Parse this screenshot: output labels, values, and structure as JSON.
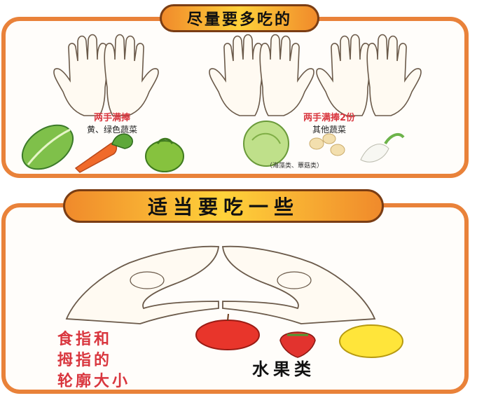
{
  "top_panel": {
    "banner": "尽量要多吃的",
    "left_group": {
      "title": "两手满捧",
      "subtitle": "黄、绿色蔬菜"
    },
    "right_group": {
      "title": "两手满捧2份",
      "subtitle": "其他蔬菜",
      "note": "（海藻类、蕈菇类）"
    }
  },
  "bottom_panel": {
    "banner": "适当要吃一些",
    "measure_lines": [
      "食指和",
      "拇指的",
      "轮廓大小"
    ],
    "category": "水果类"
  },
  "colors": {
    "frame": "#e9823a",
    "banner_gradient": [
      "#f08a2b",
      "#ffd23a"
    ],
    "accent_red": "#d9363e"
  }
}
